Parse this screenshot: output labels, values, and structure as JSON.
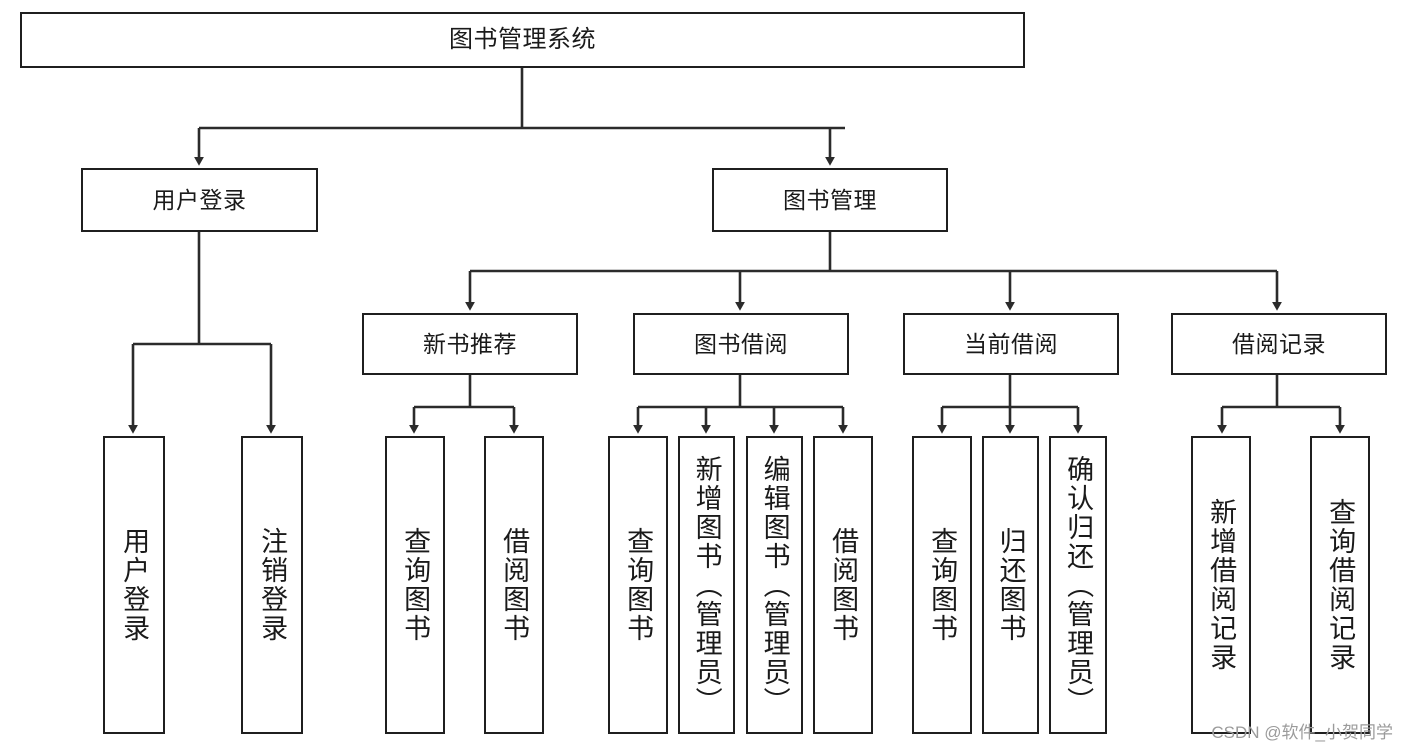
{
  "diagram": {
    "type": "tree",
    "title": "图书管理系统",
    "orientation": "top-down",
    "colors": {
      "box_border": "#1f1f1f",
      "box_fill": "#ffffff",
      "edge": "#2b2b2b",
      "text": "#1a1a1a",
      "watermark": "#9b9b9b"
    },
    "levels": [
      {
        "level": 1,
        "nodes": [
          {
            "id": "root",
            "label": "图书管理系统",
            "orientation": "horizontal"
          }
        ]
      },
      {
        "level": 2,
        "nodes": [
          {
            "id": "login",
            "label": "用户登录",
            "orientation": "horizontal",
            "parent": "root"
          },
          {
            "id": "bookmgmt",
            "label": "图书管理",
            "orientation": "horizontal",
            "parent": "root"
          }
        ]
      },
      {
        "level": 3,
        "nodes": [
          {
            "id": "newrec",
            "label": "新书推荐",
            "orientation": "horizontal",
            "parent": "bookmgmt"
          },
          {
            "id": "borrow",
            "label": "图书借阅",
            "orientation": "horizontal",
            "parent": "bookmgmt"
          },
          {
            "id": "current",
            "label": "当前借阅",
            "orientation": "horizontal",
            "parent": "bookmgmt"
          },
          {
            "id": "records",
            "label": "借阅记录",
            "orientation": "horizontal",
            "parent": "bookmgmt"
          }
        ]
      },
      {
        "level": 4,
        "nodes": [
          {
            "id": "leaf-1",
            "label": "用户登录",
            "orientation": "vertical",
            "parent": "login"
          },
          {
            "id": "leaf-2",
            "label": "注销登录",
            "orientation": "vertical",
            "parent": "login"
          },
          {
            "id": "leaf-3",
            "label": "查询图书",
            "orientation": "vertical",
            "parent": "newrec"
          },
          {
            "id": "leaf-4",
            "label": "借阅图书",
            "orientation": "vertical",
            "parent": "newrec"
          },
          {
            "id": "leaf-5",
            "label": "查询图书",
            "orientation": "vertical",
            "parent": "borrow"
          },
          {
            "id": "leaf-6",
            "label": "新增图书（管理员）",
            "orientation": "vertical",
            "parent": "borrow"
          },
          {
            "id": "leaf-7",
            "label": "编辑图书（管理员）",
            "orientation": "vertical",
            "parent": "borrow"
          },
          {
            "id": "leaf-8",
            "label": "借阅图书",
            "orientation": "vertical",
            "parent": "borrow"
          },
          {
            "id": "leaf-9",
            "label": "查询图书",
            "orientation": "vertical",
            "parent": "current"
          },
          {
            "id": "leaf-10",
            "label": "归还图书",
            "orientation": "vertical",
            "parent": "current"
          },
          {
            "id": "leaf-11",
            "label": "确认归还（管理员）",
            "orientation": "vertical",
            "parent": "current"
          },
          {
            "id": "leaf-12",
            "label": "新增借阅记录",
            "orientation": "vertical",
            "parent": "records"
          },
          {
            "id": "leaf-13",
            "label": "查询借阅记录",
            "orientation": "vertical",
            "parent": "records"
          }
        ]
      }
    ]
  },
  "watermark": {
    "text": "CSDN @软件_小贺同学"
  }
}
